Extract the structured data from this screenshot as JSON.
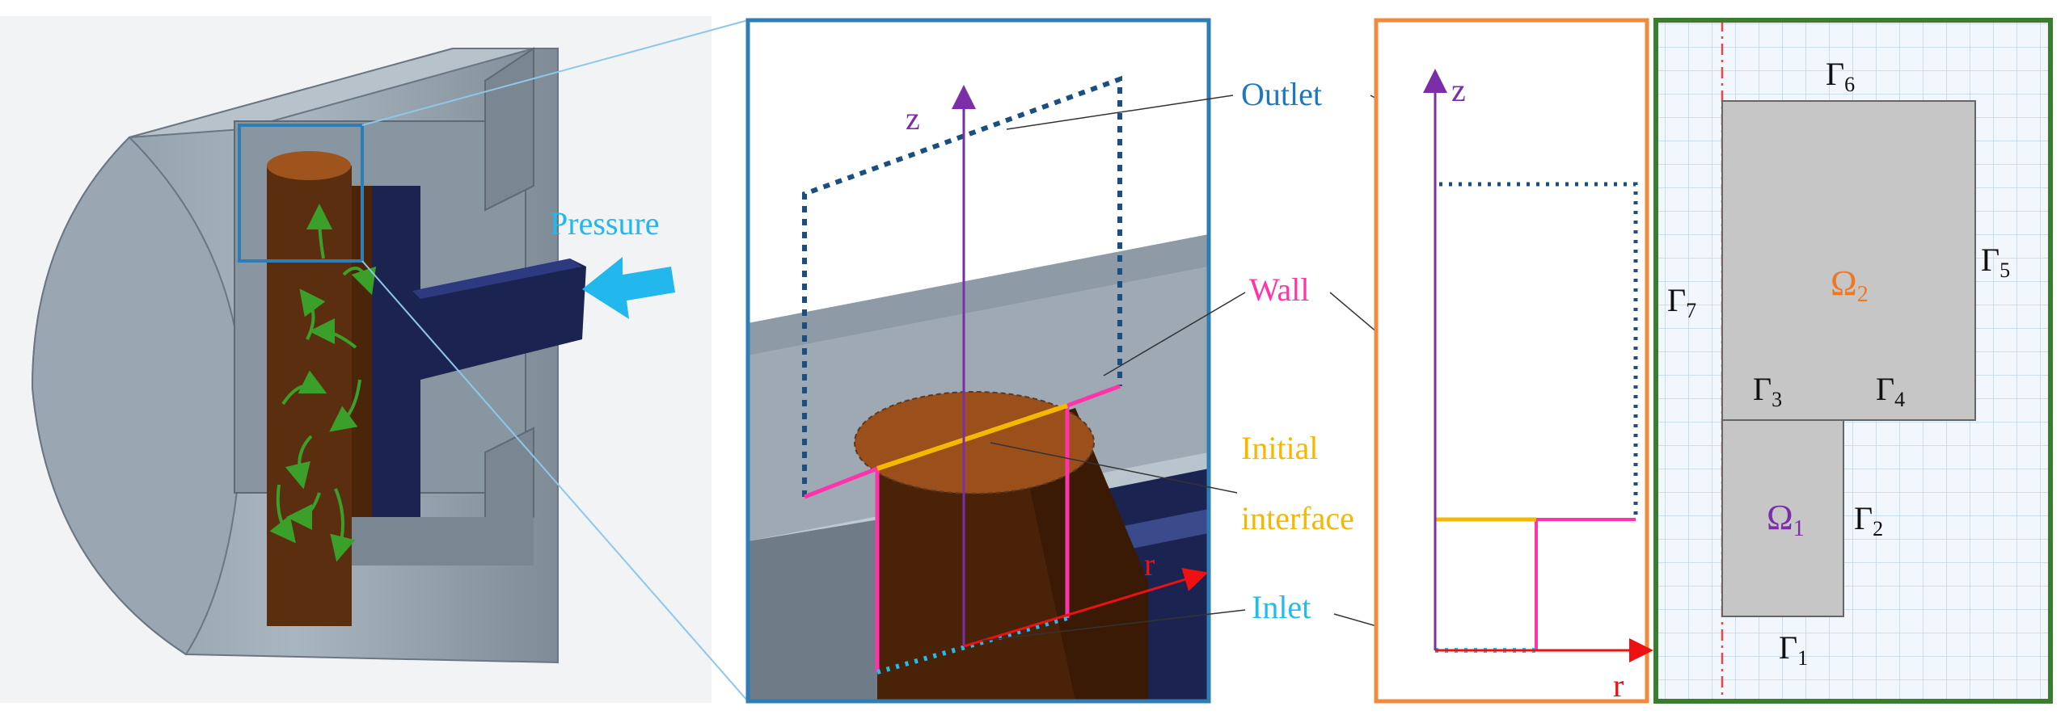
{
  "labels": {
    "pressure": "Pressure",
    "outlet": "Outlet",
    "wall": "Wall",
    "initial": "Initial",
    "interface": "interface",
    "inlet": "Inlet",
    "z_axis_3d": "z",
    "r_axis_3d": "r",
    "z_axis_2d": "z",
    "r_axis_2d": "r"
  },
  "domain": {
    "gamma": "Γ",
    "omega": "Ω",
    "g1": "1",
    "g2": "2",
    "g3": "3",
    "g4": "4",
    "g5": "5",
    "g6": "6",
    "g7": "7",
    "o1": "1",
    "o2": "2"
  },
  "colors": {
    "zoom_box": "#2e7db5",
    "profile_box": "#f08a3c",
    "domain_box": "#3a7d2e",
    "outlet_text": "#1f77c0",
    "wall_text": "#ff33aa",
    "initial_text": "#f5b800",
    "inlet_text": "#22bbee",
    "pressure_text": "#22b8ee",
    "axis_z": "#7a2fa8",
    "axis_r": "#ee1111",
    "omega1": "#7a2fa8",
    "omega2": "#ee7722"
  }
}
